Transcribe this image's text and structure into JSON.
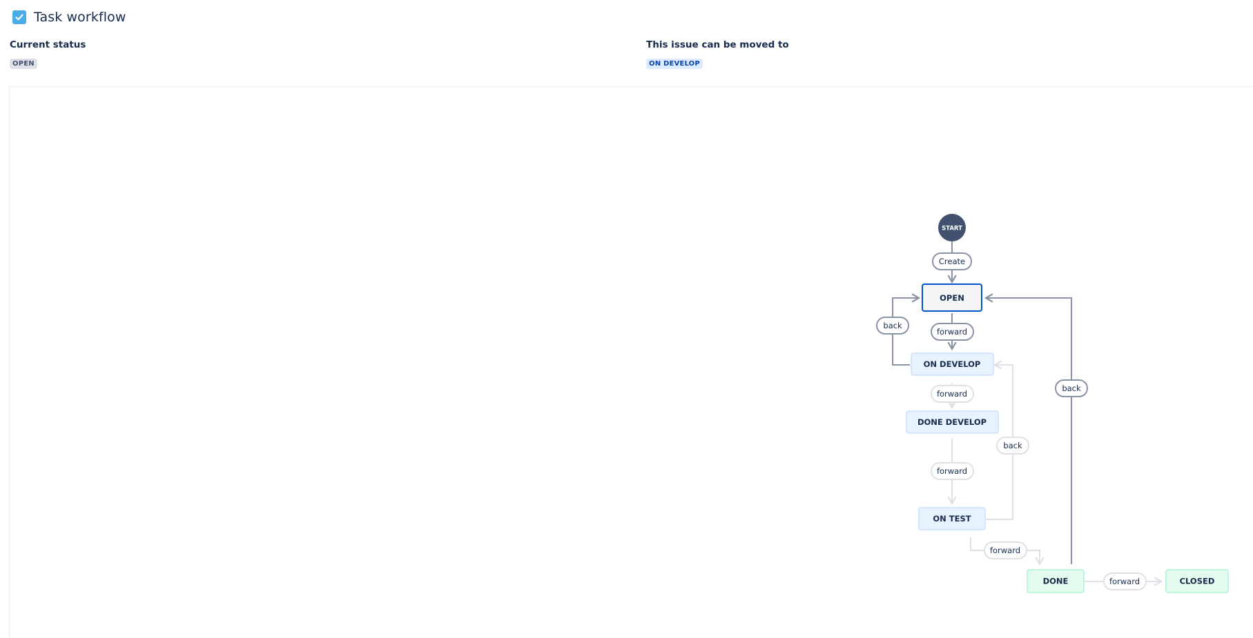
{
  "header": {
    "title": "Task workflow",
    "icon": "checkbox-icon"
  },
  "current_status": {
    "label": "Current status",
    "value": "OPEN"
  },
  "transitions": {
    "label": "This issue can be moved to",
    "options": [
      "ON DEVELOP"
    ]
  },
  "workflow": {
    "start_label": "START",
    "statuses": {
      "open": "OPEN",
      "on_develop": "ON DEVELOP",
      "done_develop": "DONE DEVELOP",
      "on_test": "ON TEST",
      "done": "DONE",
      "closed": "CLOSED"
    },
    "transitions": {
      "create": "Create",
      "open_to_on_develop": "forward",
      "on_develop_to_open": "back",
      "on_develop_to_done_develop": "forward",
      "done_develop_to_on_test": "forward",
      "on_test_to_on_develop": "back",
      "on_test_to_done": "forward",
      "done_to_open": "back",
      "done_to_closed": "forward"
    },
    "colors": {
      "start": "#42526e",
      "current_border": "#0052cc",
      "current_fill": "#f4f5f7",
      "todo_fill": "#e9f2ff",
      "todo_border": "#cce0ff",
      "done_fill": "#e3fcef",
      "done_border": "#abf5d1",
      "active_line": "#8993a4",
      "inactive_line": "#dfe1e6"
    }
  }
}
